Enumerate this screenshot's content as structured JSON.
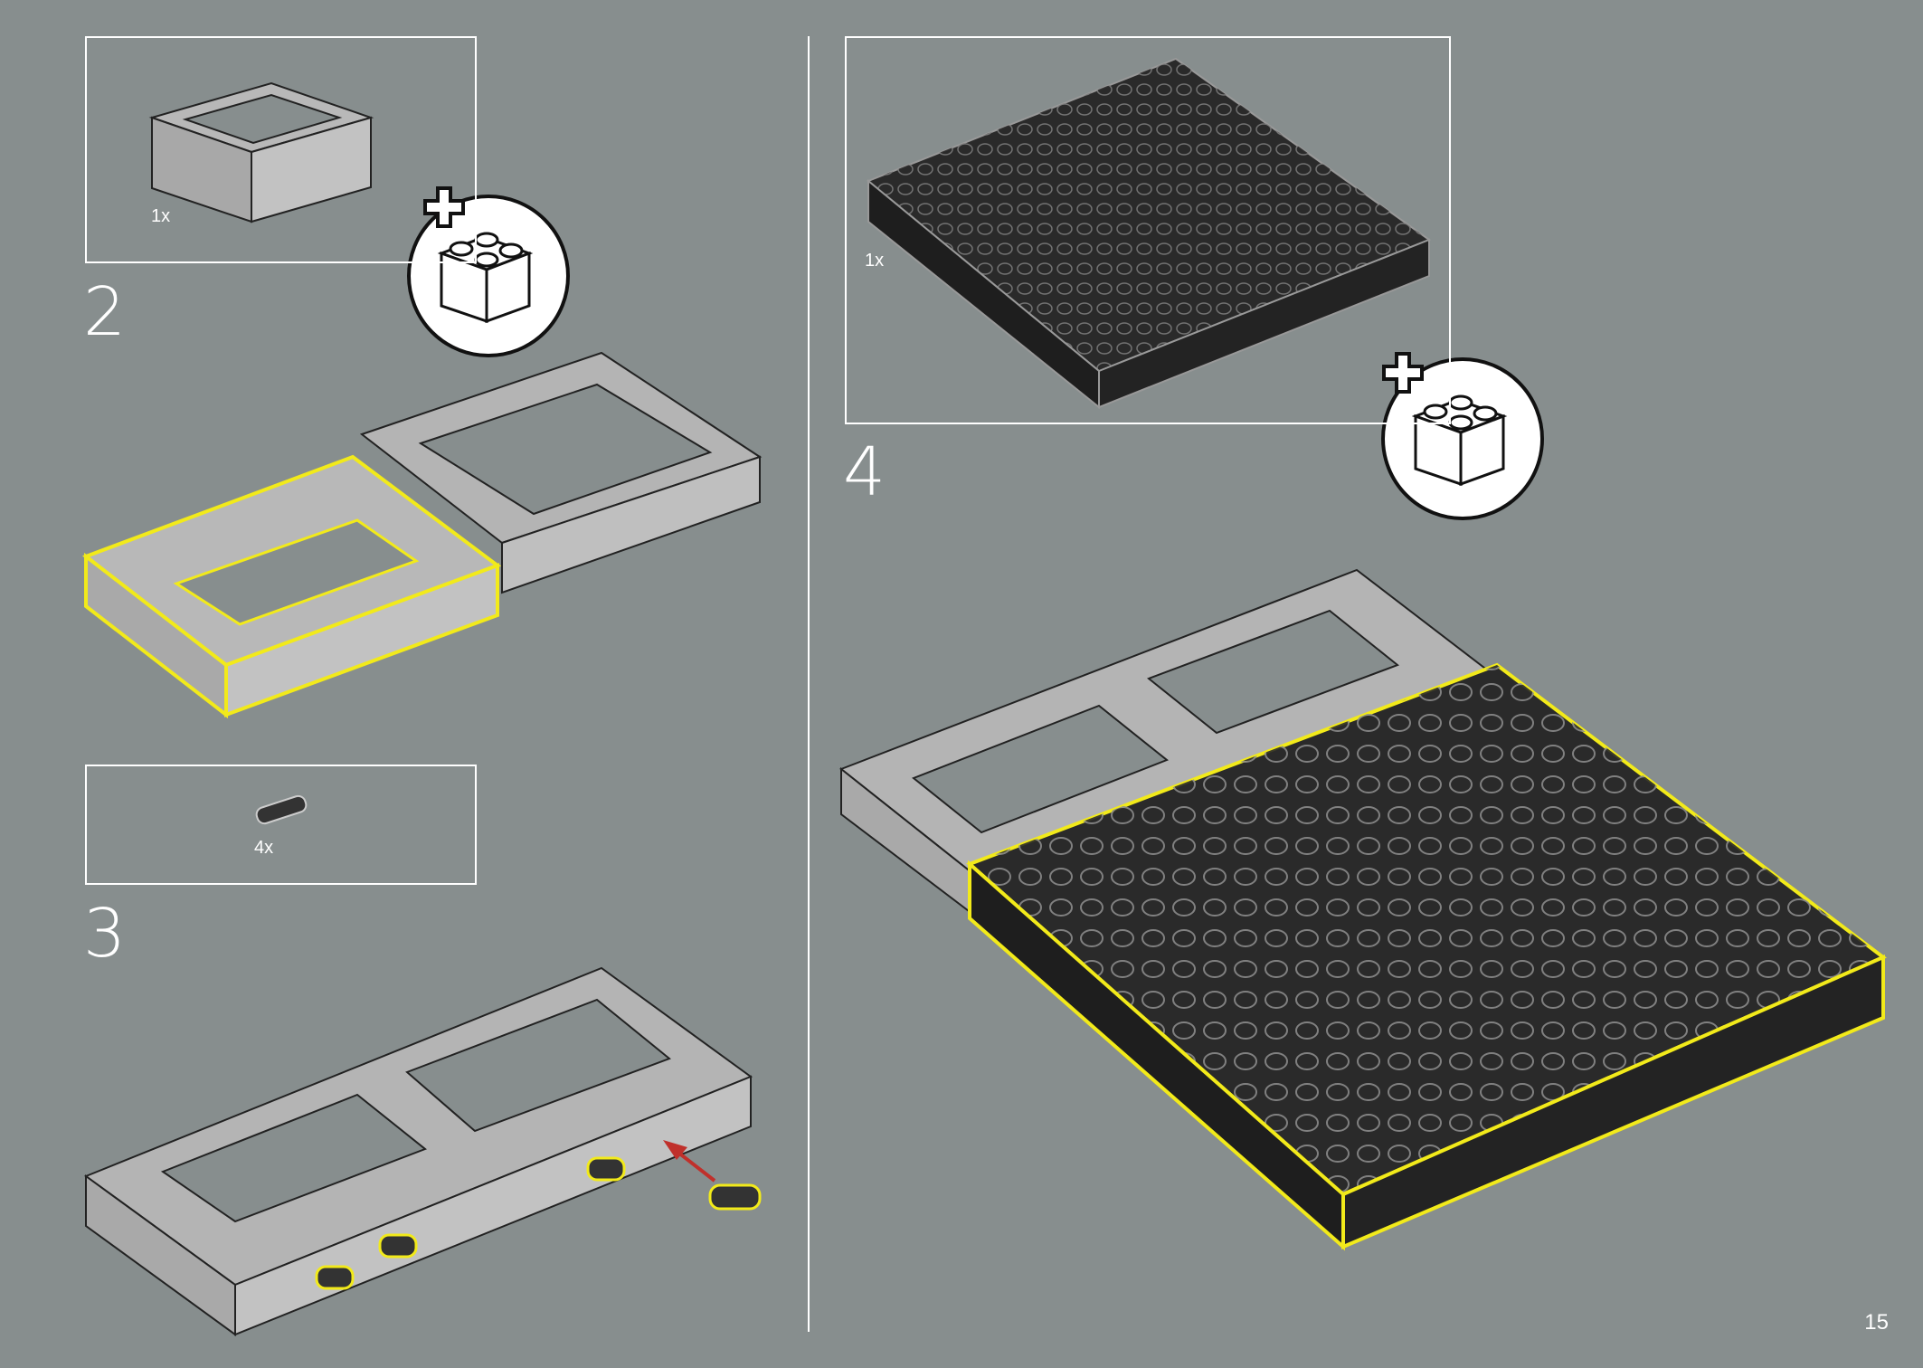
{
  "page_number": "15",
  "steps": [
    {
      "number": "2",
      "part_quantity": "1x"
    },
    {
      "number": "3",
      "part_quantity": "4x"
    },
    {
      "number": "4",
      "part_quantity": "1x"
    }
  ],
  "icons": {
    "add_brick_badge": "plus-brick-icon",
    "insert_arrow": "red-arrow-icon"
  },
  "colors": {
    "background": "#878e8e",
    "frame_gray": "#b4b4b4",
    "stud_black": "#1c1c1c",
    "highlight_yellow": "#f2ea1a",
    "arrow_red": "#c0302b"
  }
}
